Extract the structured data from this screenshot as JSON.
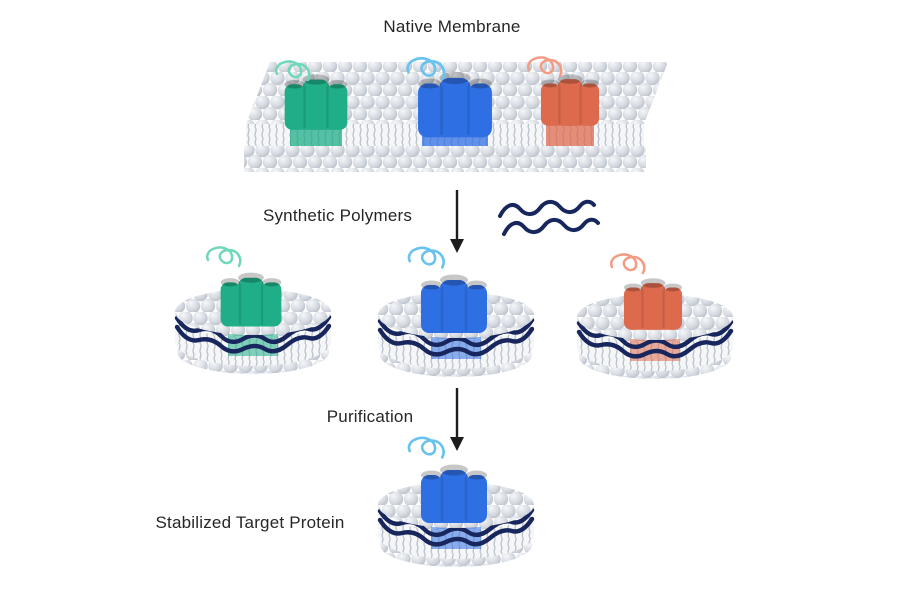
{
  "labels": {
    "title": "Native Membrane",
    "synthetic_polymers": "Synthetic Polymers",
    "purification": "Purification",
    "stabilized": "Stabilized Target Protein"
  },
  "colors": {
    "green": "#1fae87",
    "green-light": "#6fd8ba",
    "blue": "#2f6fe4",
    "blue-light": "#6ac2ee",
    "orange": "#dd6a4d",
    "orange-light": "#f49b82",
    "navy": "#17265c",
    "arrow": "#1c1c1c",
    "text": "#262626",
    "sphere-hi": "#f5f7f9",
    "sphere-mid": "#d6dae1",
    "sphere-dark": "#b0b7c2",
    "tail": "#b7bdc7",
    "tail-bg": "#f5f6f8",
    "background": "#ffffff"
  },
  "diagram": {
    "type": "schematic-workflow",
    "stages": [
      {
        "stage": "native-membrane",
        "embedded_proteins": [
          "green",
          "blue",
          "orange"
        ]
      },
      {
        "stage": "polymer-nanodiscs",
        "transition_label": "Synthetic Polymers",
        "nanodiscs": [
          "green",
          "blue",
          "orange"
        ]
      },
      {
        "stage": "stabilized-target-protein",
        "transition_label": "Purification",
        "nanodiscs": [
          "blue"
        ]
      }
    ]
  }
}
